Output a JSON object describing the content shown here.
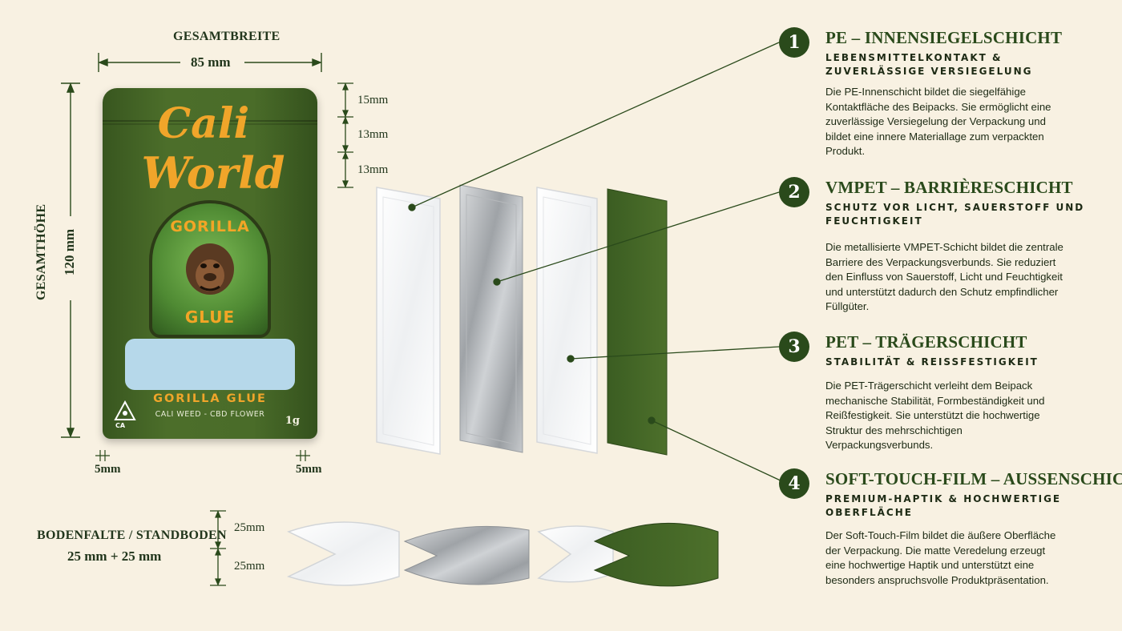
{
  "dimensions": {
    "width_heading": "GESAMTBREITE",
    "width_value": "85 mm",
    "height_heading": "GESAMTHÖHE",
    "height_value": "120 mm",
    "top_segments": [
      "15mm",
      "13mm",
      "13mm"
    ],
    "side_margin_left": "5mm",
    "side_margin_right": "5mm"
  },
  "bottom_gusset": {
    "heading": "BODENFALTE / STANDBODEN",
    "value": "25 mm + 25 mm",
    "segments": [
      "25mm",
      "25mm"
    ]
  },
  "pouch": {
    "brand_line1": "Cali",
    "brand_line2": "World",
    "emblem_top": "GORILLA",
    "emblem_bottom": "GLUE",
    "product_name": "GORILLA GLUE",
    "product_sub": "CALI WEED - CBD FLOWER",
    "weight": "1g",
    "mark_text": "CA"
  },
  "layers": [
    {
      "number": "1",
      "title": "PE – INNENSIEGELSCHICHT",
      "subtitle": "LEBENSMITTELKONTAKT & ZUVERLÄSSIGE VERSIEGELUNG",
      "description": "Die PE-Innenschicht bildet die siegelfähige Kontaktfläche des Beipacks.  Sie ermöglicht eine zuverlässige Versiegelung der Verpackung und bildet eine innere Materiallage zum verpackten Produkt."
    },
    {
      "number": "2",
      "title": "VMPET – BARRIÈRESCHICHT",
      "subtitle": "SCHUTZ VOR LICHT, SAUERSTOFF UND FEUCHTIGKEIT",
      "description": "Die metallisierte VMPET-Schicht bildet die zentrale Barriere des Verpackungsverbunds. Sie reduziert den Einfluss von Sauerstoff, Licht und Feuchtigkeit und unterstützt dadurch den Schutz empfindlicher Füllgüter."
    },
    {
      "number": "3",
      "title": "PET – TRÄGERSCHICHT",
      "subtitle": "STABILITÄT & REISSFESTIGKEIT",
      "description": "Die PET-Trägerschicht verleiht dem Beipack mechanische Stabilität, Formbeständigkeit und Reißfestigkeit.  Sie unterstützt die hochwertige Struktur des mehrschichtigen Verpackungsverbunds."
    },
    {
      "number": "4",
      "title": "SOFT-TOUCH-FILM – AUSSENSCHICHT",
      "subtitle": "PREMIUM-HAPTIK & HOCHWERTIGE OBERFLÄCHE",
      "description": "Der Soft-Touch-Film bildet die äußere Oberfläche der Verpackung. Die matte Veredelung erzeugt eine hochwertige Haptik und unterstützt eine besonders anspruchsvolle Produktpräsentation."
    }
  ],
  "colors": {
    "background": "#f8f1e2",
    "brand_green": "#2a4a1b",
    "pouch_green": "#4a6c29",
    "accent_orange": "#f0a52a",
    "window_blue": "#b6d8ea",
    "metal_silver": "#b9bcbf"
  }
}
